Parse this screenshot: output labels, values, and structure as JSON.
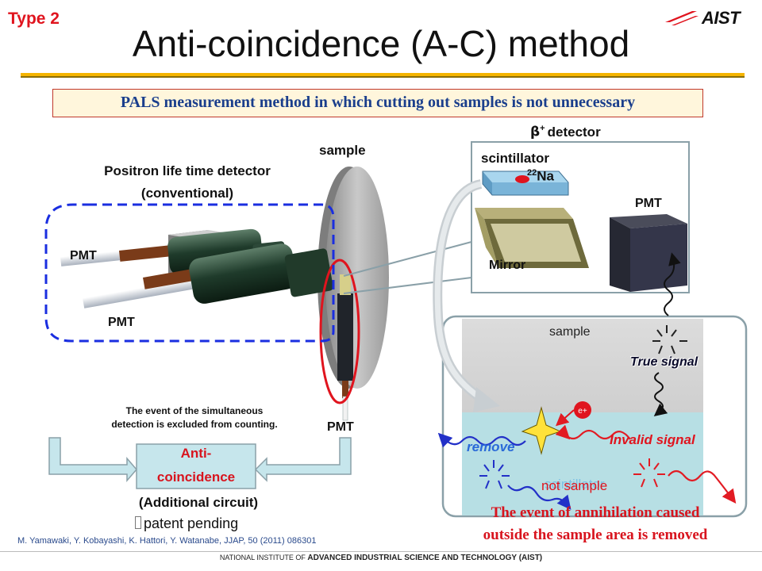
{
  "tag": "Type 2",
  "title": "Anti-coincidence (A-C) method",
  "logo": "AIST",
  "subtitle": "PALS measurement method in which cutting out samples is not unnecessary",
  "left": {
    "detector_title_1": "Positron life time detector",
    "detector_title_2": "(conventional)",
    "sample_label": "sample",
    "pmt_1": "PMT",
    "pmt_2": "PMT",
    "pmt_3": "PMT",
    "note_1": "The event of the simultaneous",
    "note_2": "detection is excluded from counting.",
    "anti_1": "Anti-",
    "anti_2": "coincidence",
    "additional": "(Additional circuit)",
    "patent": "patent pending"
  },
  "detector": {
    "title": "β+ detector",
    "scintillator": "scintillator",
    "isotope_mass": "22",
    "isotope": "Na",
    "pmt": "PMT",
    "mirror": "Mirror"
  },
  "panel": {
    "sample": "sample",
    "true_signal": "True signal",
    "invalid_signal": "Invalid signal",
    "remove": "remove",
    "scintillator_faint": "scintillator",
    "not_sample": "not sample",
    "positron": "e+"
  },
  "conclusion_1": "The event of annihilation caused",
  "conclusion_2": "outside the sample area is removed",
  "citation": "M. Yamawaki, Y. Kobayashi, K. Hattori, Y. Watanabe, JJAP, 50 (2011) 086301",
  "footer_prefix": "NATIONAL INSTITUTE OF",
  "footer_main": "ADVANCED INDUSTRIAL SCIENCE AND TECHNOLOGY (AIST)"
}
